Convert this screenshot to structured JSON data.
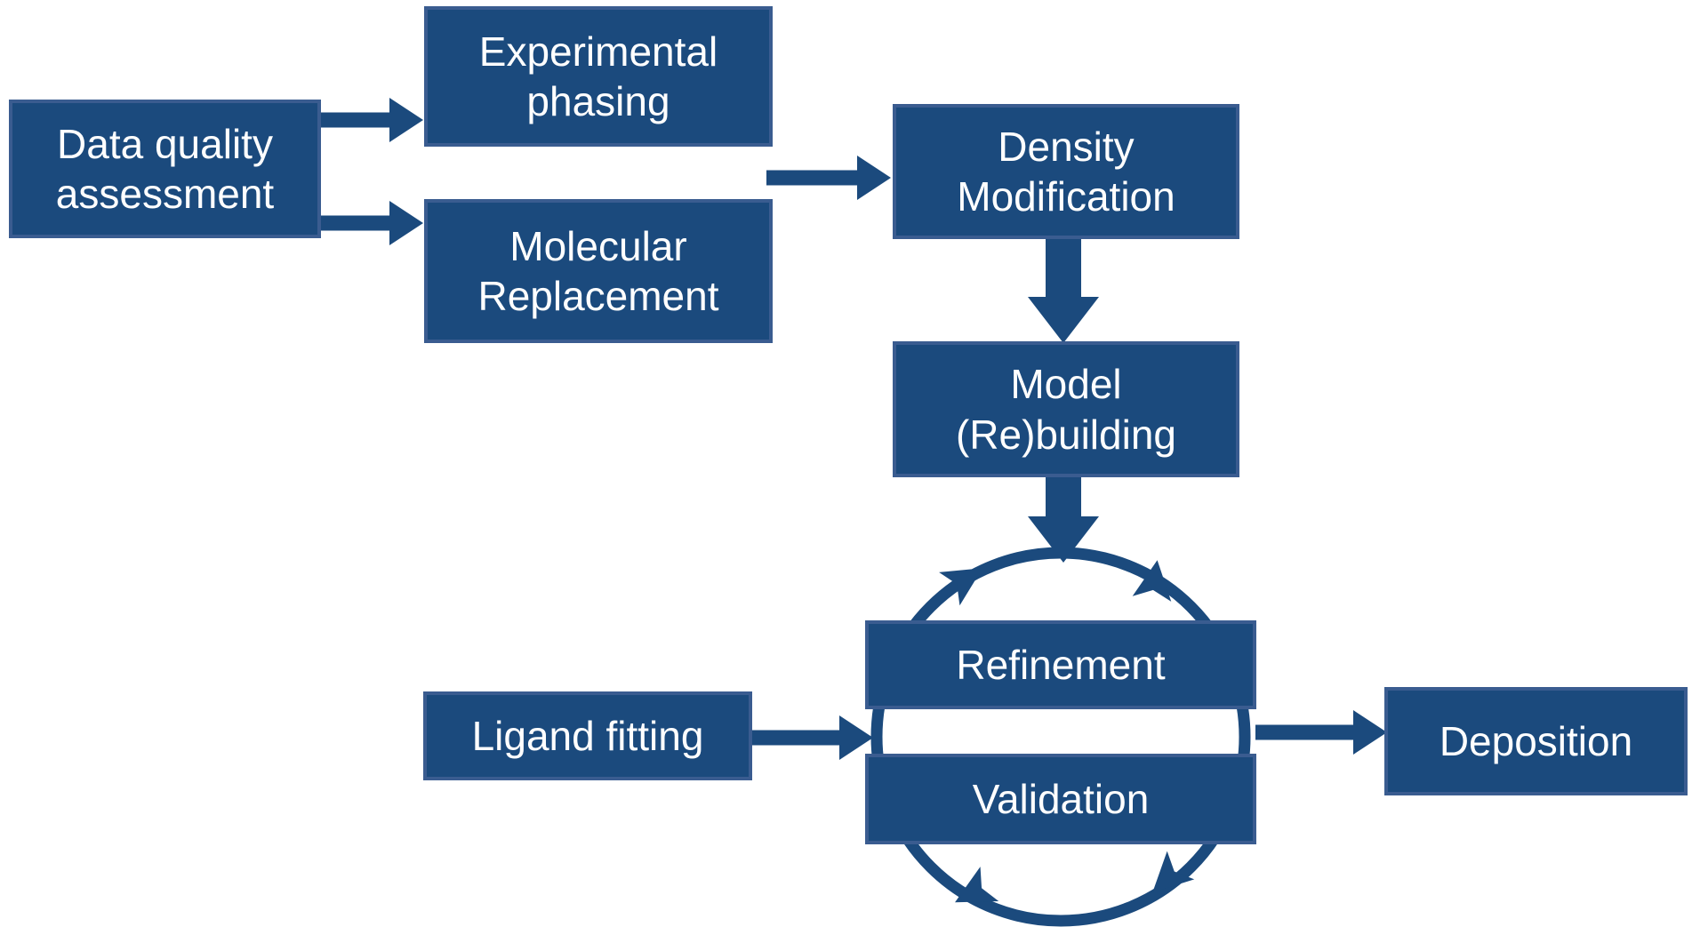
{
  "diagram": {
    "background_color": "#ffffff",
    "node_fill_color": "#1b4a7d",
    "node_border_color": "#3a5c90",
    "node_text_color": "#ffffff",
    "arrow_color": "#1b4a7d",
    "nodes": [
      {
        "id": "data-quality-assessment",
        "lines": [
          "Data quality",
          "assessment"
        ]
      },
      {
        "id": "experimental-phasing",
        "lines": [
          "Experimental",
          "phasing"
        ]
      },
      {
        "id": "molecular-replacement",
        "lines": [
          "Molecular",
          "Replacement"
        ]
      },
      {
        "id": "density-modification",
        "lines": [
          "Density",
          "Modification"
        ]
      },
      {
        "id": "model-rebuilding",
        "lines": [
          "Model",
          "(Re)building"
        ]
      },
      {
        "id": "refinement",
        "lines": [
          "Refinement"
        ]
      },
      {
        "id": "validation",
        "lines": [
          "Validation"
        ]
      },
      {
        "id": "ligand-fitting",
        "lines": [
          "Ligand fitting"
        ]
      },
      {
        "id": "deposition",
        "lines": [
          "Deposition"
        ]
      }
    ],
    "edges": [
      {
        "from": "data-quality-assessment",
        "to": "experimental-phasing"
      },
      {
        "from": "data-quality-assessment",
        "to": "molecular-replacement"
      },
      {
        "from": "experimental-phasing / molecular-replacement",
        "to": "density-modification"
      },
      {
        "from": "density-modification",
        "to": "model-rebuilding"
      },
      {
        "from": "model-rebuilding",
        "to": "refinement-validation-cycle"
      },
      {
        "from": "ligand-fitting",
        "to": "refinement-validation-cycle"
      },
      {
        "from": "refinement-validation-cycle",
        "to": "deposition"
      }
    ],
    "cycle": {
      "nodes": [
        "refinement",
        "validation"
      ],
      "shape": "circle-with-four-arrowheads"
    }
  }
}
